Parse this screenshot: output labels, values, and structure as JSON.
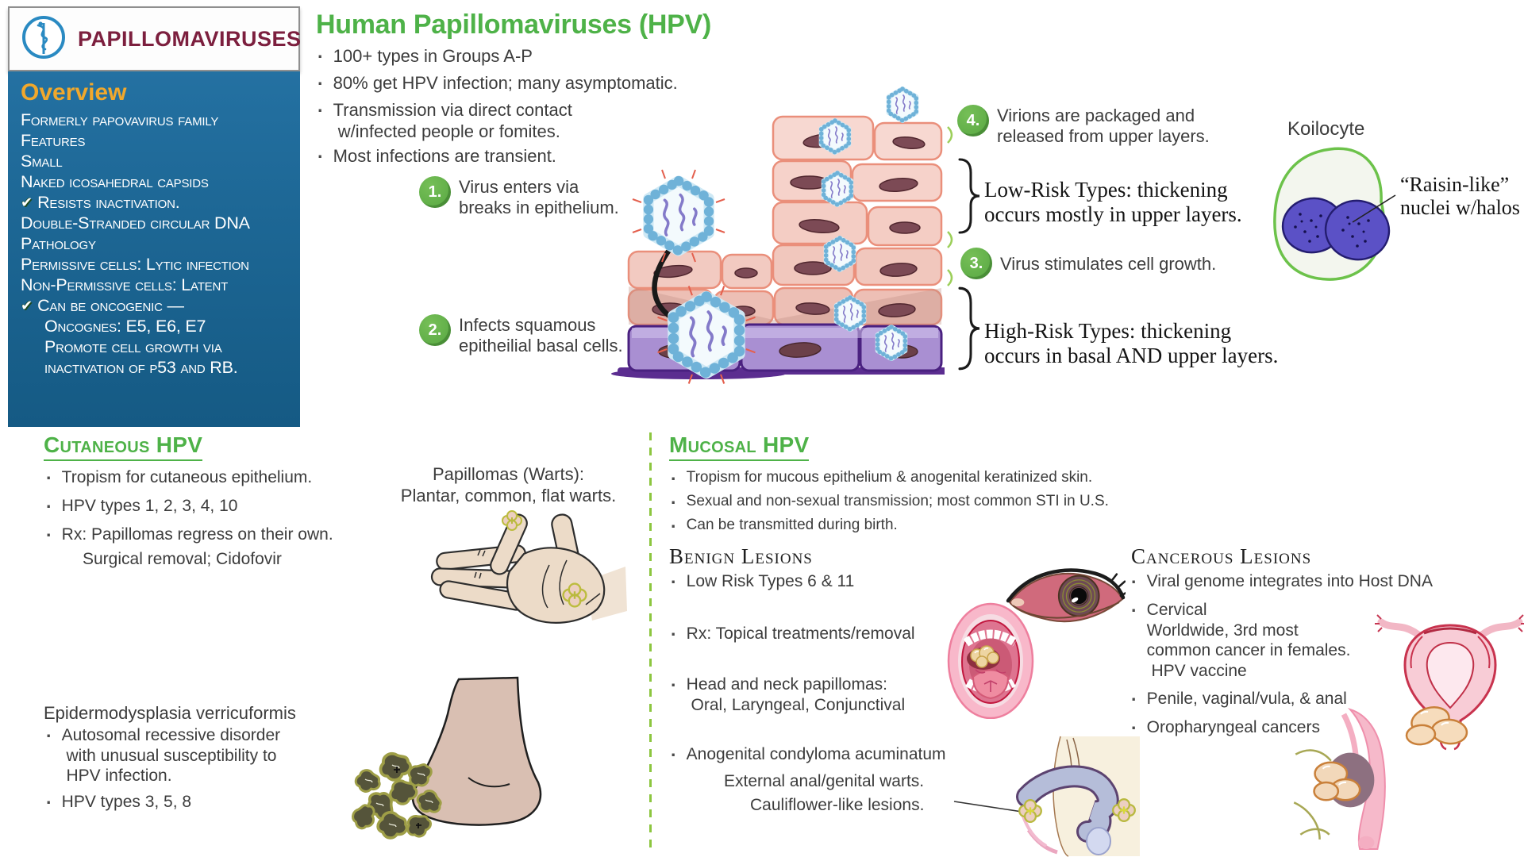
{
  "header": {
    "title": "PAPILLOMAVIRUSES"
  },
  "icons": {
    "check": "✔",
    "bullet": "·",
    "caduceus": "caduceus-icon"
  },
  "colors": {
    "accent_green": "#4eb248",
    "sidebar_blue": "#1d6795",
    "overview_orange": "#f1a82c",
    "header_maroon": "#7c1f3e",
    "divider_green": "#8cc63f",
    "step_circle_green": "#62b14d",
    "koilocyte_outline_green": "#6cc24a",
    "nucleus_purple": "#5b51c6",
    "basal_layer_purple": "#a98fd2",
    "epithelium_pink": "#f2cac1"
  },
  "overview": {
    "title": "Overview",
    "lines": [
      {
        "text": "Formerly papovavirus family"
      },
      {
        "text": "Features"
      },
      {
        "text": "Small"
      },
      {
        "text": "Naked icosahedral capsids"
      },
      {
        "text": "Resists inactivation.",
        "check": true
      },
      {
        "text": "Double-Stranded circular DNA"
      },
      {
        "text": "Pathology"
      },
      {
        "text": "Permissive cells: Lytic infection"
      },
      {
        "text": "Non-Permissive cells: Latent"
      },
      {
        "text": "Can be oncogenic —",
        "check": true
      },
      {
        "text": "Oncognes:  E5, E6, E7",
        "indent": true
      },
      {
        "text": "Promote cell growth via inactivation of p53 and RB.",
        "indent": true
      }
    ]
  },
  "main": {
    "title": "Human Papillomaviruses (HPV)",
    "bullets": [
      "100+ types in Groups A-P",
      "80% get HPV infection; many asymptomatic.",
      "Transmission via direct contact\n w/infected people or fomites.",
      "Most infections are transient."
    ],
    "steps": {
      "s1": {
        "num": "1.",
        "text": "Virus enters via\nbreaks in epithelium."
      },
      "s2": {
        "num": "2.",
        "text": "Infects squamous\nepitheilial basal cells."
      },
      "s3": {
        "num": "3.",
        "text": "Virus stimulates cell growth."
      },
      "s4": {
        "num": "4.",
        "text": "Virions are packaged and\nreleased from upper layers."
      }
    },
    "low_risk_note": "Low-Risk Types: thickening\noccurs mostly in upper layers.",
    "high_risk_note": "High-Risk Types: thickening\noccurs in basal AND upper layers.",
    "koilocyte_label": "Koilocyte",
    "koilocyte_annotation": "“Raisin-like”\nnuclei w/halos"
  },
  "cutaneous": {
    "heading": "Cutaneous HPV",
    "bullets": [
      "Tropism for cutaneous epithelium.",
      "HPV types 1, 2, 3, 4, 10",
      "Rx: Papillomas regress on their own."
    ],
    "sub_bullet": "Surgical removal; Cidofovir",
    "warts_caption": "Papillomas (Warts):\nPlantar, common, flat warts.",
    "epidermodysplasia": {
      "title": "Epidermodysplasia verricuformis",
      "bullets": [
        "Autosomal recessive disorder\n with unusual susceptibility to\n HPV infection.",
        "HPV types 3, 5, 8"
      ]
    }
  },
  "mucosal": {
    "heading": "Mucosal HPV",
    "bullets": [
      "Tropism for mucous epithelium & anogenital keratinized skin.",
      "Sexual and non-sexual transmission; most common STI in U.S.",
      "Can be transmitted during birth."
    ],
    "benign": {
      "heading": "Benign Lesions",
      "bullets": [
        "Low Risk Types 6 & 11",
        "Rx: Topical treatments/removal",
        "Head and neck papillomas:\n Oral, Laryngeal, Conjunctival",
        "Anogenital condyloma acuminatum"
      ],
      "note_lines": [
        "External anal/genital warts.",
        "Cauliflower-like lesions."
      ]
    },
    "cancerous": {
      "heading": "Cancerous Lesions",
      "bullets": [
        "Viral genome integrates into Host DNA",
        "Cervical\nWorldwide, 3rd most\ncommon cancer in females.\n HPV vaccine",
        "Penile, vaginal/vula, & anal",
        "Oropharyngeal cancers"
      ]
    }
  }
}
